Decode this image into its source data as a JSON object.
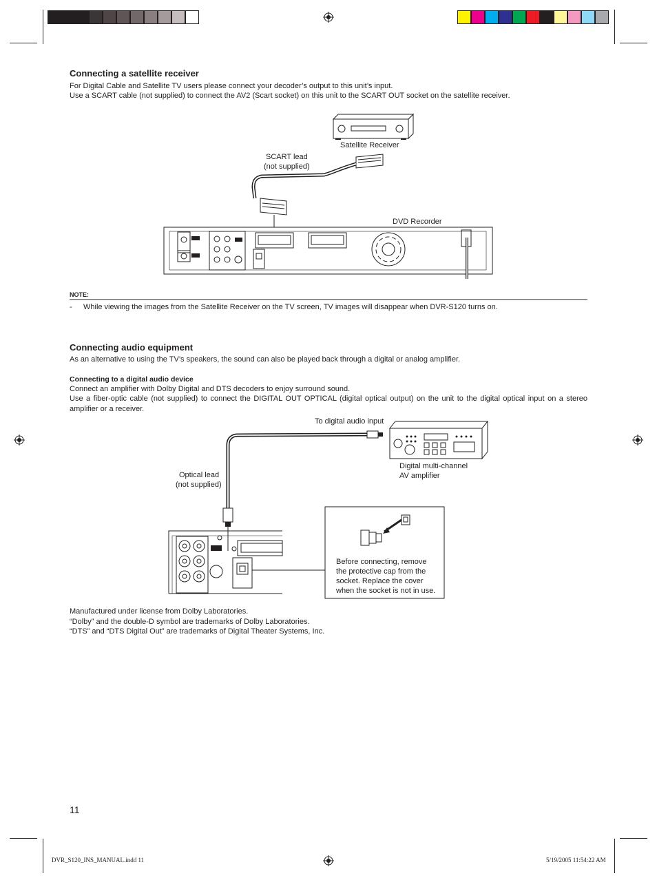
{
  "color_bar_left": [
    "#231f20",
    "#231f20",
    "#231f20",
    "#3a3536",
    "#4f4546",
    "#5f5556",
    "#72686a",
    "#8a7f80",
    "#a49c9c",
    "#c6bebe",
    "#ffffff"
  ],
  "color_bar_right": [
    "#fff200",
    "#ec008c",
    "#00aeef",
    "#2e3192",
    "#00a651",
    "#ed1c24",
    "#231f20",
    "#fff799",
    "#f49ac1",
    "#8ed8f8",
    "#a7a9ac"
  ],
  "section1": {
    "heading": "Connecting a satellite receiver",
    "line1": "For Digital Cable and Satellite TV users please connect your decoder’s output to this unit’s input.",
    "line2": "Use a SCART cable (not supplied) to connect the AV2 (Scart socket) on this unit to the SCART OUT socket on the satellite receiver."
  },
  "diagram1": {
    "satellite_receiver_label": "Satellite Receiver",
    "scart_lead_label": "SCART lead",
    "scart_lead_sub": "(not supplied)",
    "dvd_recorder_label": "DVD Recorder"
  },
  "note": {
    "title": "NOTE:",
    "bullet": "-",
    "text": "While viewing the images from the Satellite Receiver on the TV screen, TV images will disappear when DVR-S120 turns on."
  },
  "section2": {
    "heading": "Connecting audio equipment",
    "intro": "As an alternative to using the TV’s speakers, the sound can also be played back through a digital or analog amplifier.",
    "subheading": "Connecting to a digital audio device",
    "line1": "Connect an amplifier with Dolby Digital and DTS decoders to enjoy surround sound.",
    "line2": "Use a fiber-optic cable (not supplied) to connect the DIGITAL OUT OPTICAL (digital optical output) on the unit to the digital optical input on a stereo amplifier or a receiver."
  },
  "diagram2": {
    "digital_input_label": "To digital audio input",
    "amp_label1": "Digital multi-channel",
    "amp_label2": "AV amplifier",
    "optical_lead": "Optical lead",
    "optical_lead_sub": "(not supplied)",
    "cap_note": [
      "Before connecting, remove",
      "the protective cap from the",
      "socket. Replace the cover",
      "when the socket is not in use."
    ]
  },
  "trademarks": {
    "line1": "Manufactured under license from Dolby Laboratories.",
    "line2": "“Dolby” and the double-D symbol are trademarks of Dolby Laboratories.",
    "line3": "“DTS” and “DTS Digital Out” are trademarks of Digital Theater Systems, Inc."
  },
  "page_number": "11",
  "slug": {
    "file": "DVR_S120_INS_MANUAL.indd   11",
    "date": "5/19/2005   11:54:22 AM"
  }
}
